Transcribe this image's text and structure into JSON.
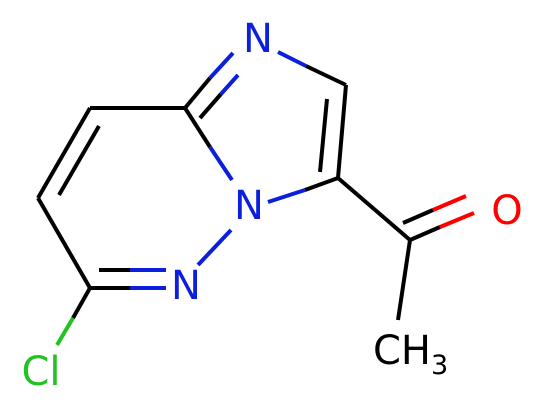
{
  "molecule": {
    "atoms": {
      "n_imidazole": "N",
      "n_bridge": "N",
      "n_pyridazine": "N",
      "oxygen": "O",
      "chlorine": "Cl",
      "methyl_main": "CH",
      "methyl_sub": "3"
    },
    "colors": {
      "nitrogen": "#0b1fdc",
      "oxygen": "#ff0000",
      "chlorine": "#22c222",
      "carbon_bond": "#000000"
    }
  }
}
